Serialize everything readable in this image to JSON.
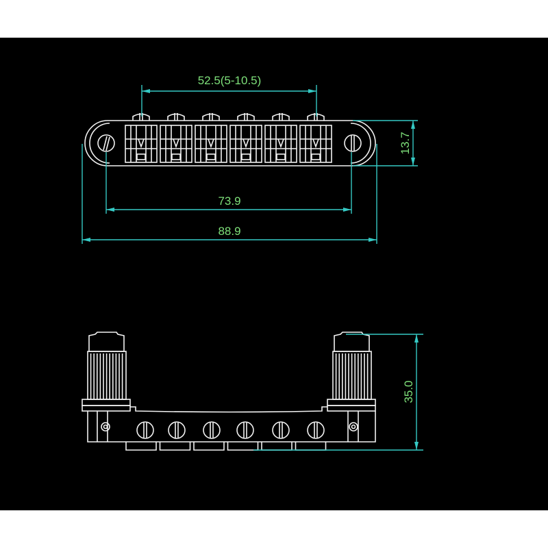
{
  "drawing": {
    "title": "Tune-o-matic bridge dimension drawing",
    "colors": {
      "background": "#000000",
      "part_lines": "#f2f2f2",
      "dimension_lines": "#35c9c4",
      "dimension_text": "#7ee07a"
    },
    "top_view": {
      "saddle_count": 6,
      "dimensions": {
        "string_spacing": "52.5(5-10.5)",
        "post_spacing": "73.9",
        "overall_length": "88.9",
        "width": "13.7"
      }
    },
    "front_view": {
      "saddle_screw_count": 6,
      "dimensions": {
        "height": "35.0"
      }
    }
  }
}
